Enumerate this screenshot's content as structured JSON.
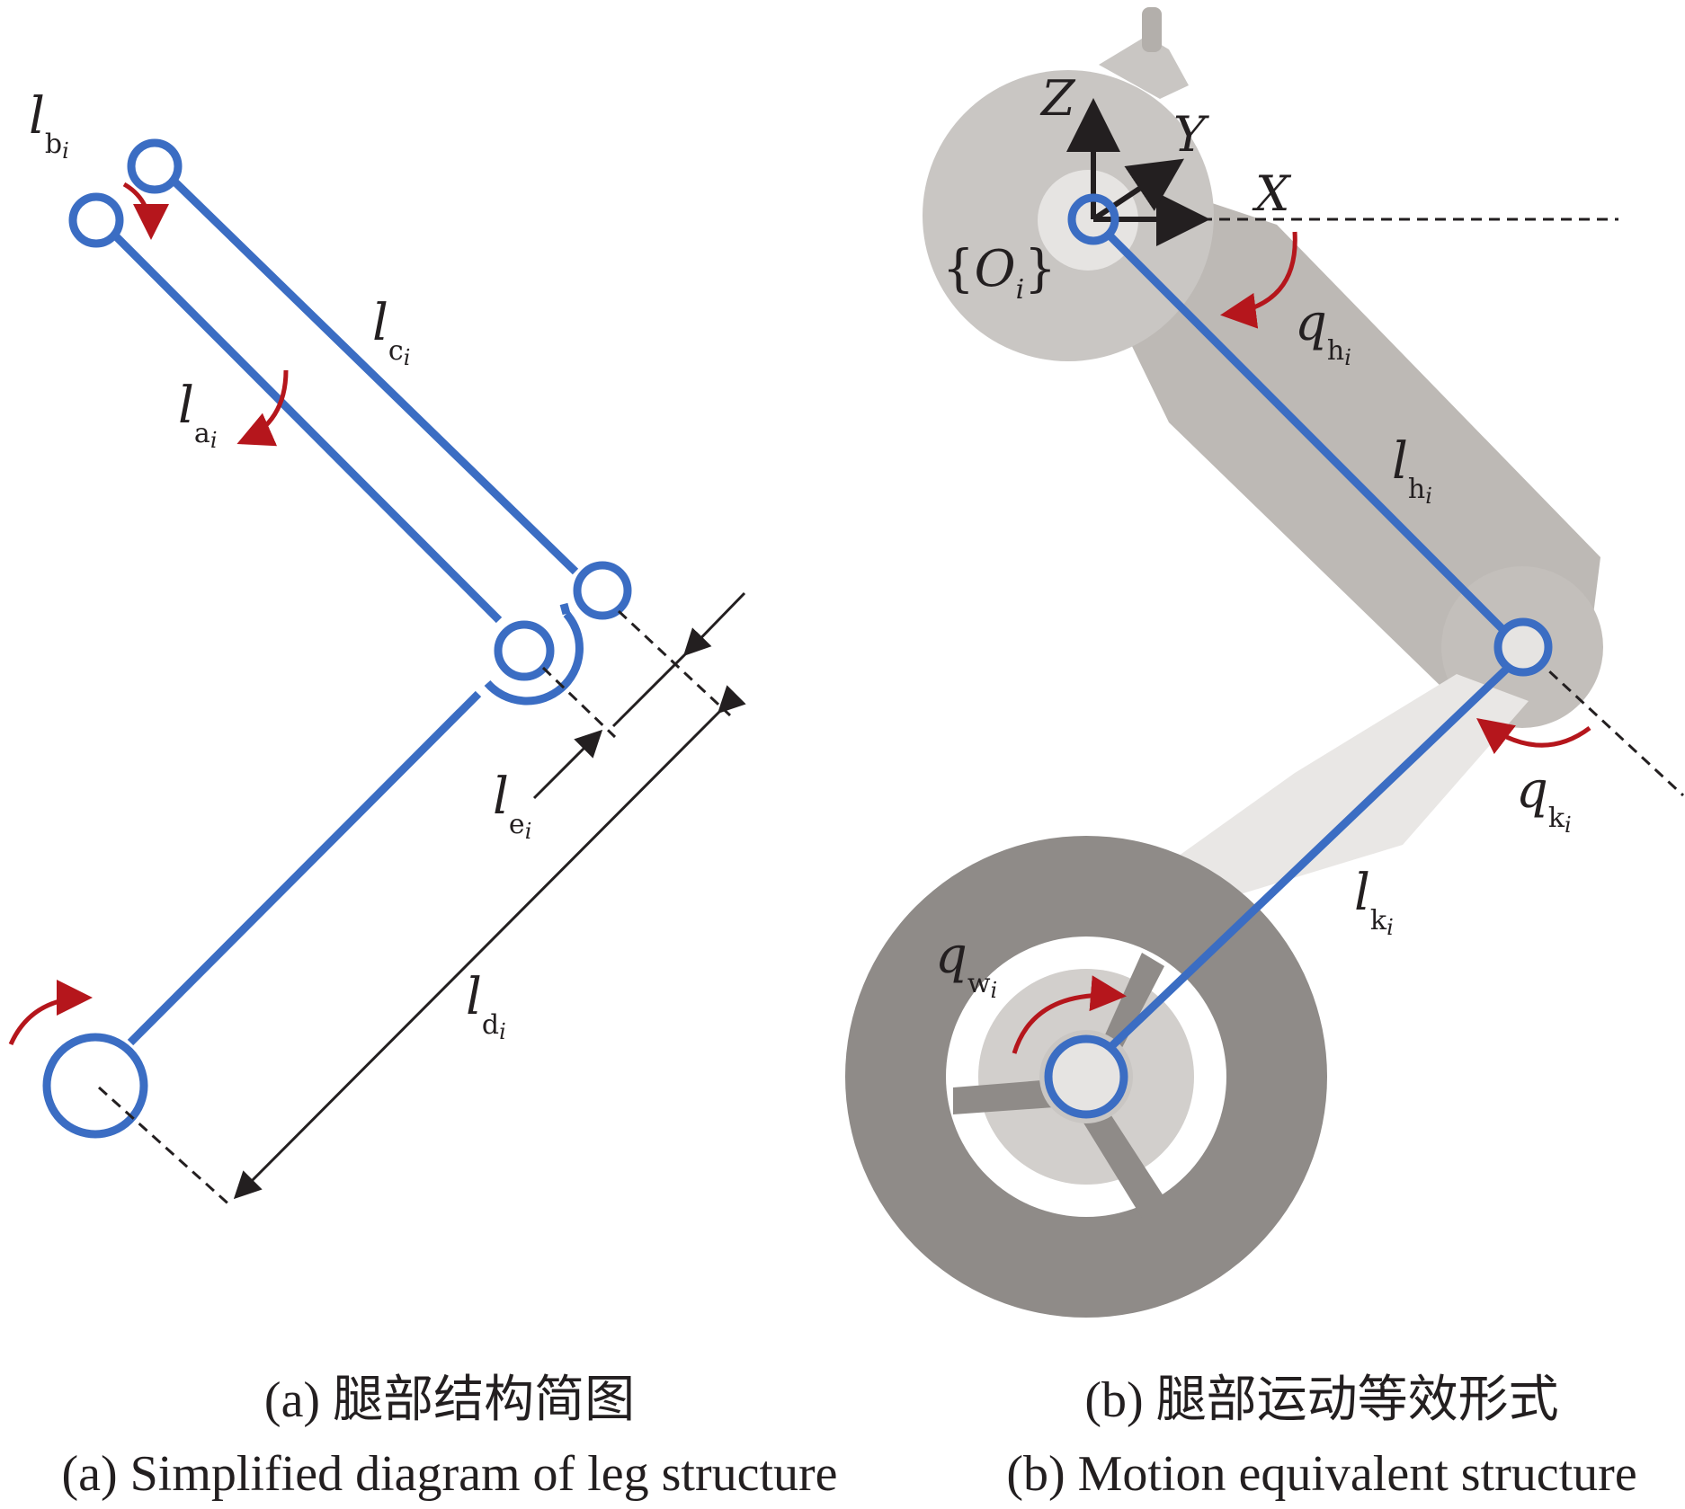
{
  "colors": {
    "link": "#3b6dc3",
    "arrow": "#b5161c",
    "dim": "#231f20",
    "body_light": "#c9c6c3",
    "body_mid": "#b3afab",
    "wheel": "#8f8b88"
  },
  "panel_a": {
    "labels": {
      "lb": {
        "main": "l",
        "sub": "b",
        "idx": "i"
      },
      "lc": {
        "main": "l",
        "sub": "c",
        "idx": "i"
      },
      "la": {
        "main": "l",
        "sub": "a",
        "idx": "i"
      },
      "le": {
        "main": "l",
        "sub": "e",
        "idx": "i"
      },
      "ld": {
        "main": "l",
        "sub": "d",
        "idx": "i"
      }
    },
    "caption_zh": "(a) 腿部结构简图",
    "caption_en": "(a) Simplified diagram of leg structure"
  },
  "panel_b": {
    "axes": {
      "z": "Z",
      "y": "Y",
      "x": "X"
    },
    "frame": {
      "open": "{",
      "main": "O",
      "idx": "i",
      "close": "}"
    },
    "labels": {
      "qh": {
        "main": "q",
        "sub": "h",
        "idx": "i"
      },
      "lh": {
        "main": "l",
        "sub": "h",
        "idx": "i"
      },
      "qk": {
        "main": "q",
        "sub": "k",
        "idx": "i"
      },
      "lk": {
        "main": "l",
        "sub": "k",
        "idx": "i"
      },
      "qw": {
        "main": "q",
        "sub": "w",
        "idx": "i"
      }
    },
    "caption_zh": "(b) 腿部运动等效形式",
    "caption_en": "(b) Motion equivalent structure"
  }
}
